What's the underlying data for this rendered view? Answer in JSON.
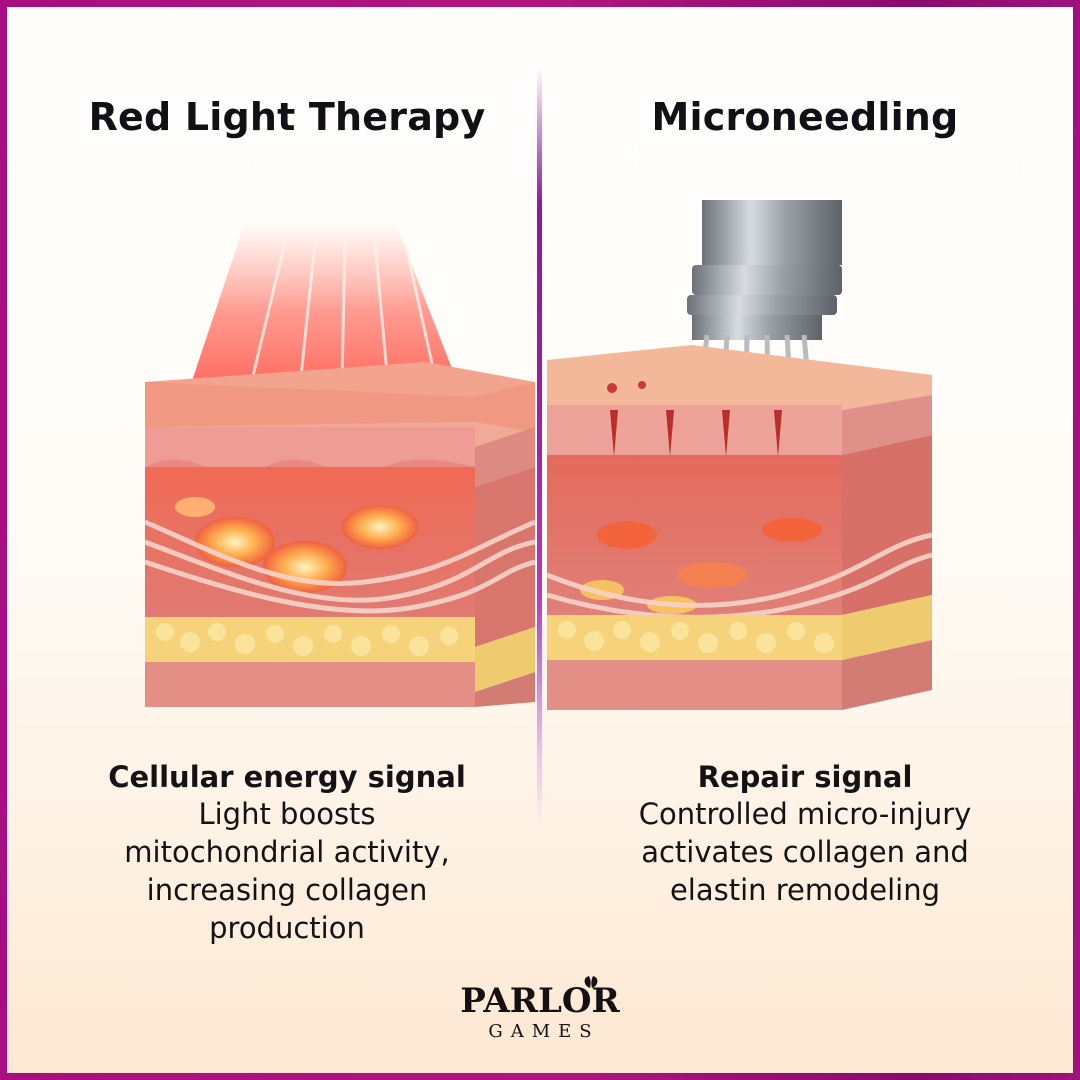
{
  "colors": {
    "frame": "#9c0f7f",
    "divider": "#9a1fa4",
    "background_top": "#fffefd",
    "background_bottom": "#fde8d2",
    "text": "#121014",
    "red_light": "#ff4a3a",
    "skin_top": "#f2b8a0",
    "skin_mid": "#e8908a",
    "fat": "#f7d87a",
    "steel": "#9aa0a6"
  },
  "left_panel": {
    "title": "Red Light Therapy",
    "illustration": "skin-cross-section-with-red-light-beams",
    "caption_heading": "Cellular energy signal",
    "caption_lines": [
      "Light boosts",
      "mitochondrial activity,",
      "increasing collagen",
      "production"
    ]
  },
  "right_panel": {
    "title": "Microneedling",
    "illustration": "skin-cross-section-with-microneedling-pen",
    "caption_heading": "Repair signal",
    "caption_lines": [
      "Controlled micro-injury",
      "activates collagen and",
      "elastin remodeling"
    ]
  },
  "logo": {
    "word": "PARLOR",
    "sub": "GAMES",
    "icon": "peach-leaf-icon"
  }
}
